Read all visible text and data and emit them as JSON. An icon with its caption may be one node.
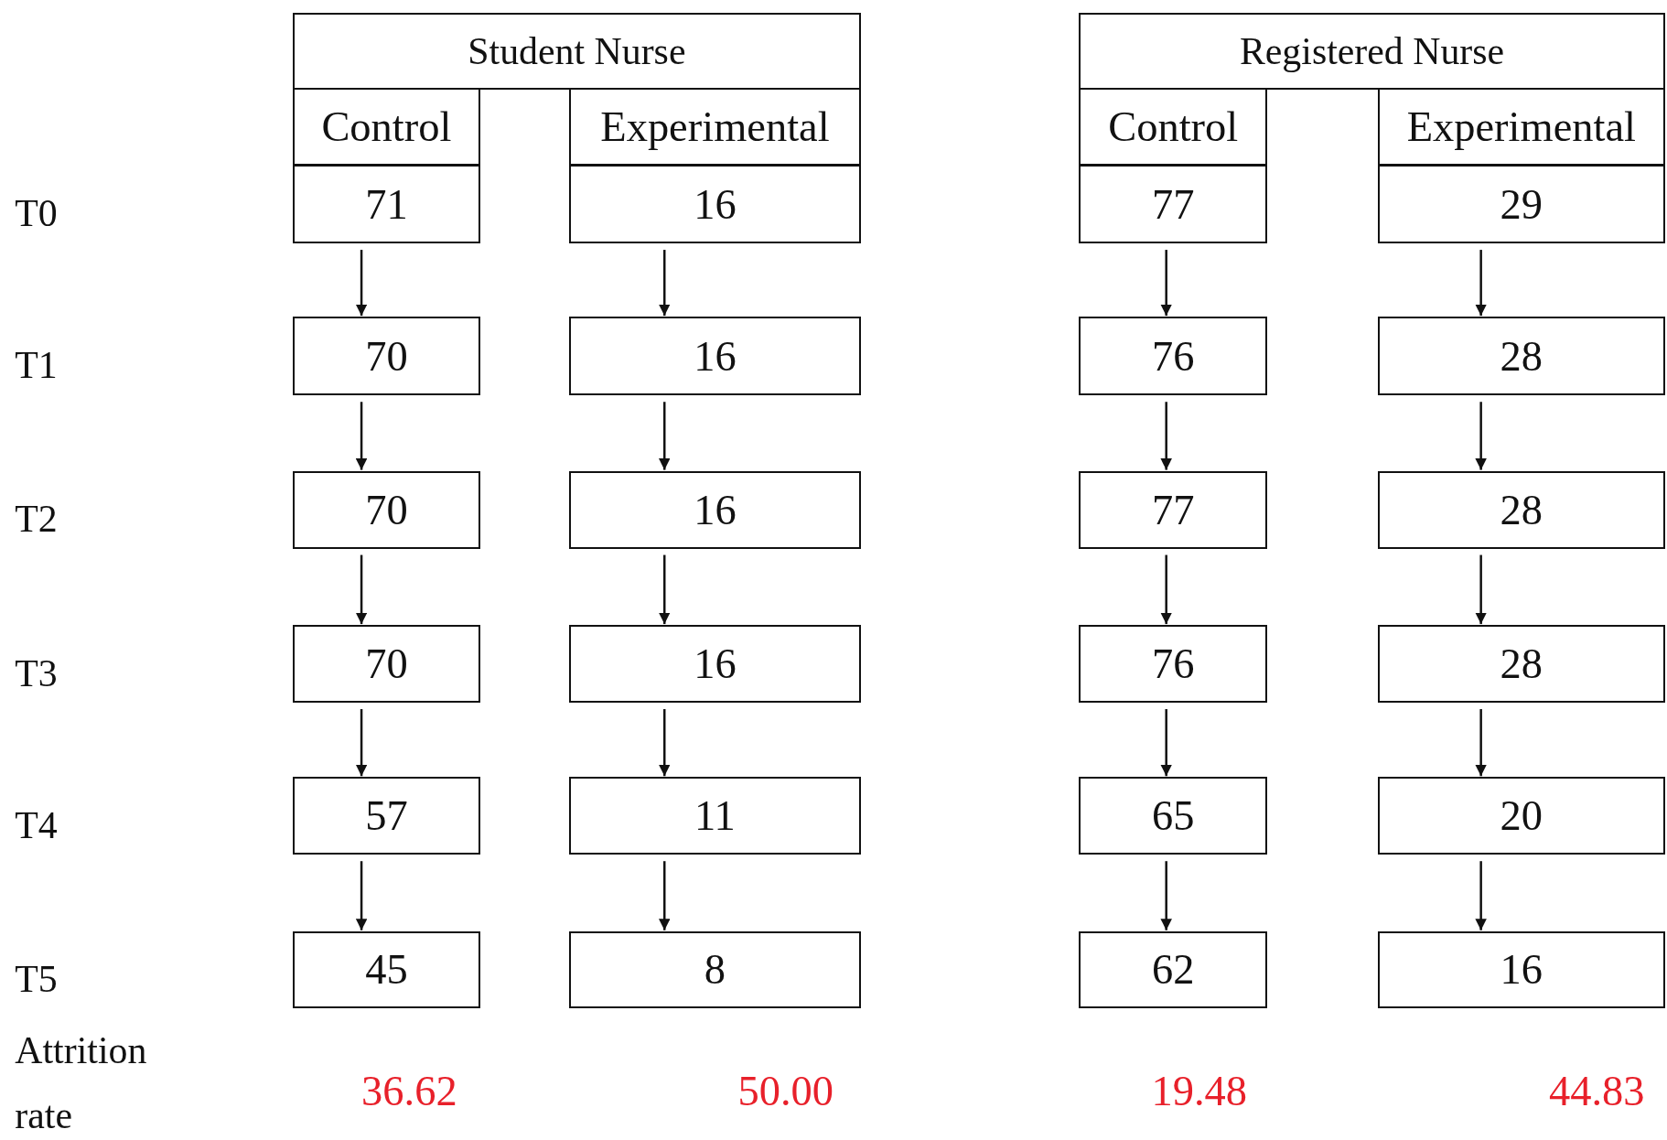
{
  "diagram": {
    "nodes": [
      {
        "text": [
          "Student Nurse"
        ]
      },
      {
        "text": [
          "Registered Nurse"
        ]
      },
      {
        "text": [
          "Control"
        ]
      },
      {
        "text": [
          "Experimental"
        ]
      },
      {
        "text": [
          "Control"
        ]
      },
      {
        "text": [
          "Experimental"
        ]
      },
      {
        "text": [
          "71"
        ]
      },
      {
        "text": [
          "16"
        ]
      },
      {
        "text": [
          "77"
        ]
      },
      {
        "text": [
          "29"
        ]
      },
      {
        "text": [
          "70"
        ]
      },
      {
        "text": [
          "16"
        ]
      },
      {
        "text": [
          "76"
        ]
      },
      {
        "text": [
          "28"
        ]
      },
      {
        "text": [
          "70"
        ]
      },
      {
        "text": [
          "16"
        ]
      },
      {
        "text": [
          "77"
        ]
      },
      {
        "text": [
          "28"
        ]
      },
      {
        "text": [
          "70"
        ]
      },
      {
        "text": [
          "16"
        ]
      },
      {
        "text": [
          "76"
        ]
      },
      {
        "text": [
          "28"
        ]
      },
      {
        "text": [
          "57"
        ]
      },
      {
        "text": [
          "11"
        ]
      },
      {
        "text": [
          "65"
        ]
      },
      {
        "text": [
          "20"
        ]
      },
      {
        "text": [
          "45"
        ]
      },
      {
        "text": [
          "8"
        ]
      },
      {
        "text": [
          "62"
        ]
      },
      {
        "text": [
          "16"
        ]
      }
    ],
    "edges": [
      {
        "from": 6,
        "to": 10,
        "arrow": "to"
      },
      {
        "from": 7,
        "to": 11,
        "arrow": "to"
      },
      {
        "from": 8,
        "to": 12,
        "arrow": "to"
      },
      {
        "from": 9,
        "to": 13,
        "arrow": "to"
      },
      {
        "from": 10,
        "to": 14,
        "arrow": "to"
      },
      {
        "from": 11,
        "to": 15,
        "arrow": "to"
      },
      {
        "from": 12,
        "to": 16,
        "arrow": "to"
      },
      {
        "from": 13,
        "to": 17,
        "arrow": "to"
      },
      {
        "from": 14,
        "to": 18,
        "arrow": "to"
      },
      {
        "from": 15,
        "to": 19,
        "arrow": "to"
      },
      {
        "from": 16,
        "to": 20,
        "arrow": "to"
      },
      {
        "from": 17,
        "to": 21,
        "arrow": "to"
      },
      {
        "from": 18,
        "to": 22,
        "arrow": "to"
      },
      {
        "from": 19,
        "to": 23,
        "arrow": "to"
      },
      {
        "from": 20,
        "to": 24,
        "arrow": "to"
      },
      {
        "from": 21,
        "to": 25,
        "arrow": "to"
      },
      {
        "from": 22,
        "to": 26,
        "arrow": "to"
      },
      {
        "from": 23,
        "to": 27,
        "arrow": "to"
      },
      {
        "from": 24,
        "to": 28,
        "arrow": "to"
      },
      {
        "from": 25,
        "to": 29,
        "arrow": "to"
      }
    ],
    "labels": [
      "T0",
      "T1",
      "T2",
      "T3",
      "T4",
      "T5",
      "Attrition rate",
      "36.62",
      "50.00",
      "19.48",
      "44.83"
    ]
  }
}
